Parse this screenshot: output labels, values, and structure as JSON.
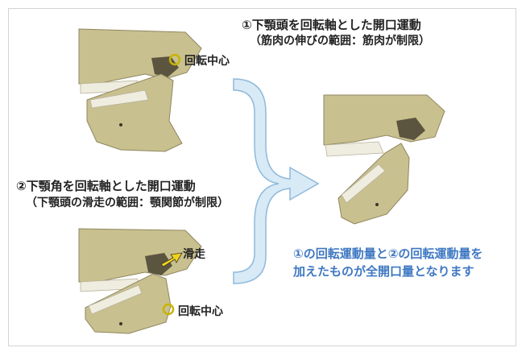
{
  "caption_top": {
    "line1": "①下顎頭を回転軸とした開口運動",
    "line2": "（筋肉の伸びの範囲：筋肉が制限）"
  },
  "caption_bottom": {
    "line1": "②下顎角を回転軸とした開口運動",
    "line2": "（下顎頭の滑走の範囲：顎関節が制限）"
  },
  "labels": {
    "rotation_center_top": "回転中心",
    "rotation_center_bottom": "回転中心",
    "glide": "滑走"
  },
  "note": {
    "line1": "①の回転運動量と②の回転運動量を",
    "line2": "加えたものが全開口量となります"
  },
  "colors": {
    "bone": "#c9c08f",
    "bone_shadow": "#8f8660",
    "arrow_fill": "#d7eaf6",
    "arrow_stroke": "#8fb9db",
    "note_text": "#3f78c2",
    "marker_ring": "#c8b400",
    "glide_arrow": "#f1d21a"
  }
}
